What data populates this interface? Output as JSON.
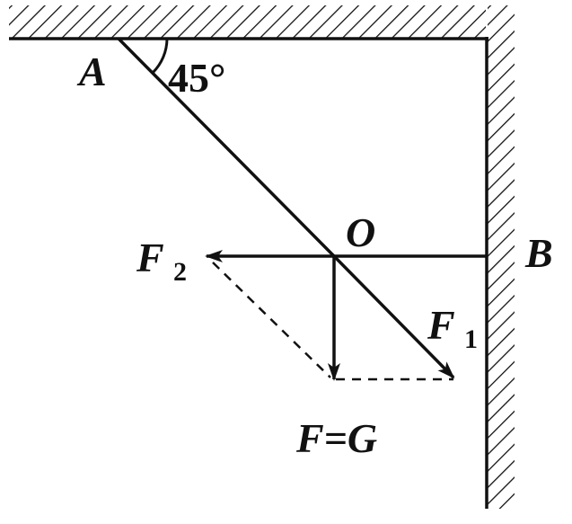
{
  "points": {
    "a": "A",
    "o": "O",
    "b": "B"
  },
  "angle_label": "45°",
  "forces": {
    "f1": {
      "letter": "F",
      "sub": "1"
    },
    "f2": {
      "letter": "F",
      "sub": "2"
    },
    "resultant": "F=G"
  },
  "colors": {
    "ink": "#111111",
    "background": "#ffffff"
  }
}
